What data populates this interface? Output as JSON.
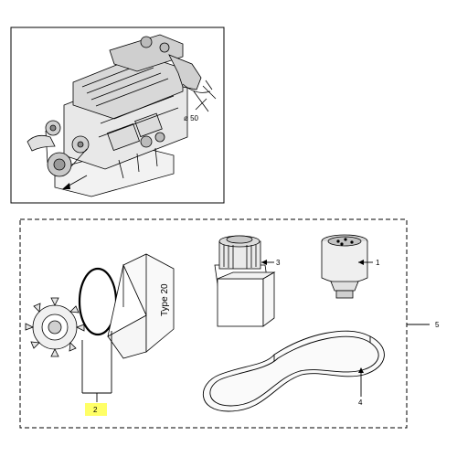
{
  "engine_panel": {
    "diameter_label": "ø 50"
  },
  "kit_panel": {
    "callouts": [
      {
        "id": "1",
        "text": "1"
      },
      {
        "id": "2",
        "text": "2"
      },
      {
        "id": "3",
        "text": "3"
      },
      {
        "id": "4",
        "text": "4"
      },
      {
        "id": "5",
        "text": "5"
      }
    ],
    "box_label": "Type 20",
    "highlight_color": "#ffff66"
  },
  "icons": [
    "engine-icon",
    "impeller-icon",
    "o-ring-icon",
    "box-icon",
    "oil-filter-icon",
    "fuel-filter-icon",
    "drive-belt-icon"
  ]
}
